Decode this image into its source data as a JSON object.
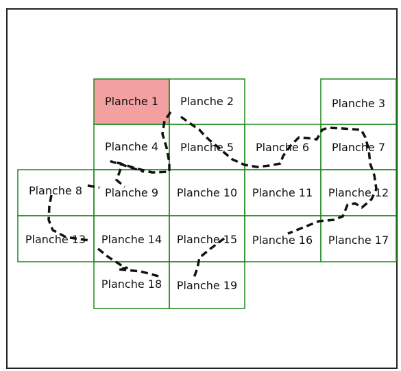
{
  "map": {
    "highlight_color": "#f2a0a0",
    "grid_color": "#1a8a1a",
    "route_color": "#111111",
    "sheets": [
      {
        "id": 1,
        "label": "Planche 1",
        "highlighted": true
      },
      {
        "id": 2,
        "label": "Planche 2"
      },
      {
        "id": 3,
        "label": "Planche 3"
      },
      {
        "id": 4,
        "label": "Planche 4"
      },
      {
        "id": 5,
        "label": "Planche 5"
      },
      {
        "id": 6,
        "label": "Planche 6"
      },
      {
        "id": 7,
        "label": "Planche 7"
      },
      {
        "id": 8,
        "label": "Planche 8"
      },
      {
        "id": 9,
        "label": "Planche 9"
      },
      {
        "id": 10,
        "label": "Planche 10"
      },
      {
        "id": 11,
        "label": "Planche 11"
      },
      {
        "id": 12,
        "label": "Planche 12"
      },
      {
        "id": 13,
        "label": "Planche 13"
      },
      {
        "id": 14,
        "label": "Planche 14"
      },
      {
        "id": 15,
        "label": "Planche 15"
      },
      {
        "id": 16,
        "label": "Planche 16"
      },
      {
        "id": 17,
        "label": "Planche 17"
      },
      {
        "id": 18,
        "label": "Planche 18"
      },
      {
        "id": 19,
        "label": "Planche 19"
      }
    ]
  }
}
